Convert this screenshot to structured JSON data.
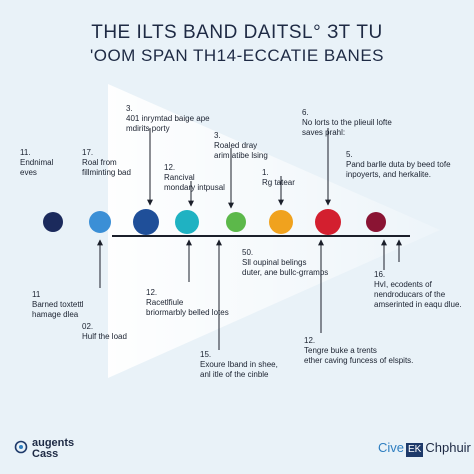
{
  "title": {
    "line1": "THE ILTS BAND DAITSL° ЗТ TU",
    "line2": "'OOM SPAN TH14-ECCATIE BANES"
  },
  "colors": {
    "background": "#e9f2f8",
    "axis": "#1b1f2a",
    "bands": [
      "#1b2a5c",
      "#3b8fd6",
      "#1f4f99",
      "#1fb2c2",
      "#5cb84a",
      "#f0a21e",
      "#d31f2f",
      "#8a1433"
    ]
  },
  "bands": [
    {
      "n": "11.",
      "text": [
        "Endnimal",
        "eves"
      ]
    },
    {
      "n": "17.",
      "text": [
        "Roal from",
        "fillminting bad"
      ]
    },
    {
      "n": "3.",
      "text": [
        "401 inrymtad baige ape",
        "mdirits porty"
      ]
    },
    {
      "n": "12.",
      "text": [
        "Rancival",
        "mondary intpusal"
      ]
    },
    {
      "n": "3.",
      "text": [
        "Roaled dray",
        "arim atibe lsing"
      ]
    },
    {
      "n": "1.",
      "text": [
        "Rg tatear"
      ]
    },
    {
      "n": "6.",
      "text": [
        "No lorts to the plieuil lofte",
        "saves prahl:"
      ]
    },
    {
      "n": "5.",
      "text": [
        "Pand barlle duta by beed tofe",
        "inpoyerts, and herkalite."
      ]
    }
  ],
  "bottom_labels": [
    {
      "n": "11",
      "text": [
        "Barned toxtettl",
        "hamage dlea"
      ]
    },
    {
      "n": "02.",
      "text": [
        "Hulf the load"
      ]
    },
    {
      "n": "12.",
      "text": [
        "Racetlfiule",
        "briormarbly belled lotes"
      ]
    },
    {
      "n": "15.",
      "text": [
        "Exoure Iband in shee,",
        "anl itle of the cinble"
      ]
    },
    {
      "n": "50.",
      "text": [
        "Sll oupinal belings",
        "duter, ane bullc-grramps"
      ]
    },
    {
      "n": "12.",
      "text": [
        "Tengre buke a trents",
        "ether caving funcess of elspits."
      ]
    },
    {
      "n": "16.",
      "text": [
        "HvI, ecodents of",
        "nendroducars of the",
        "amserinted in eaqu dlue."
      ]
    }
  ],
  "footer": {
    "left_line1": "augents",
    "left_line2": "Cass",
    "right_a": "Cive",
    "right_badge": "EK",
    "right_b": "Chphuir"
  }
}
